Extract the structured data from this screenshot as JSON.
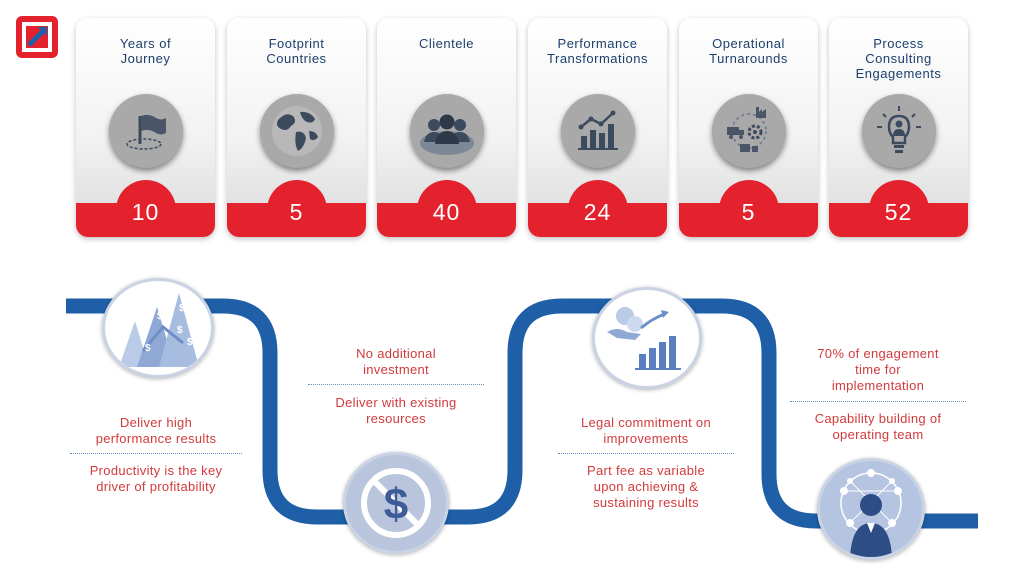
{
  "stats": [
    {
      "label": "Years of\nJourney",
      "value": "10",
      "icon": "flag-icon"
    },
    {
      "label": "Footprint\nCountries",
      "value": "5",
      "icon": "globe-icon"
    },
    {
      "label": "Clientele",
      "value": "40",
      "icon": "people-icon"
    },
    {
      "label": "Performance\nTransformations",
      "value": "24",
      "icon": "bar-chart-icon"
    },
    {
      "label": "Operational\nTurnarounds",
      "value": "5",
      "icon": "operations-icon"
    },
    {
      "label": "Process\nConsulting\nEngagements",
      "value": "52",
      "icon": "lightbulb-icon"
    }
  ],
  "principles": [
    {
      "top": "Deliver high\nperformance results",
      "bottom": "Productivity is the key\ndriver of profitability",
      "icon": "growth-arrows-icon"
    },
    {
      "top": "No additional\ninvestment",
      "bottom": "Deliver with existing\nresources",
      "icon": "no-dollar-icon"
    },
    {
      "top": "Legal commitment on\nimprovements",
      "bottom": "Part fee as variable\nupon achieving &\nsustaining results",
      "icon": "money-growth-icon"
    },
    {
      "top": "70% of engagement\ntime for\nimplementation",
      "bottom": "Capability building of\noperating team",
      "icon": "network-person-icon"
    }
  ],
  "colors": {
    "accent_red": "#e3222e",
    "flow_blue": "#1f5fa8",
    "label_navy": "#1b3f6b",
    "text_red": "#d23a3c"
  }
}
